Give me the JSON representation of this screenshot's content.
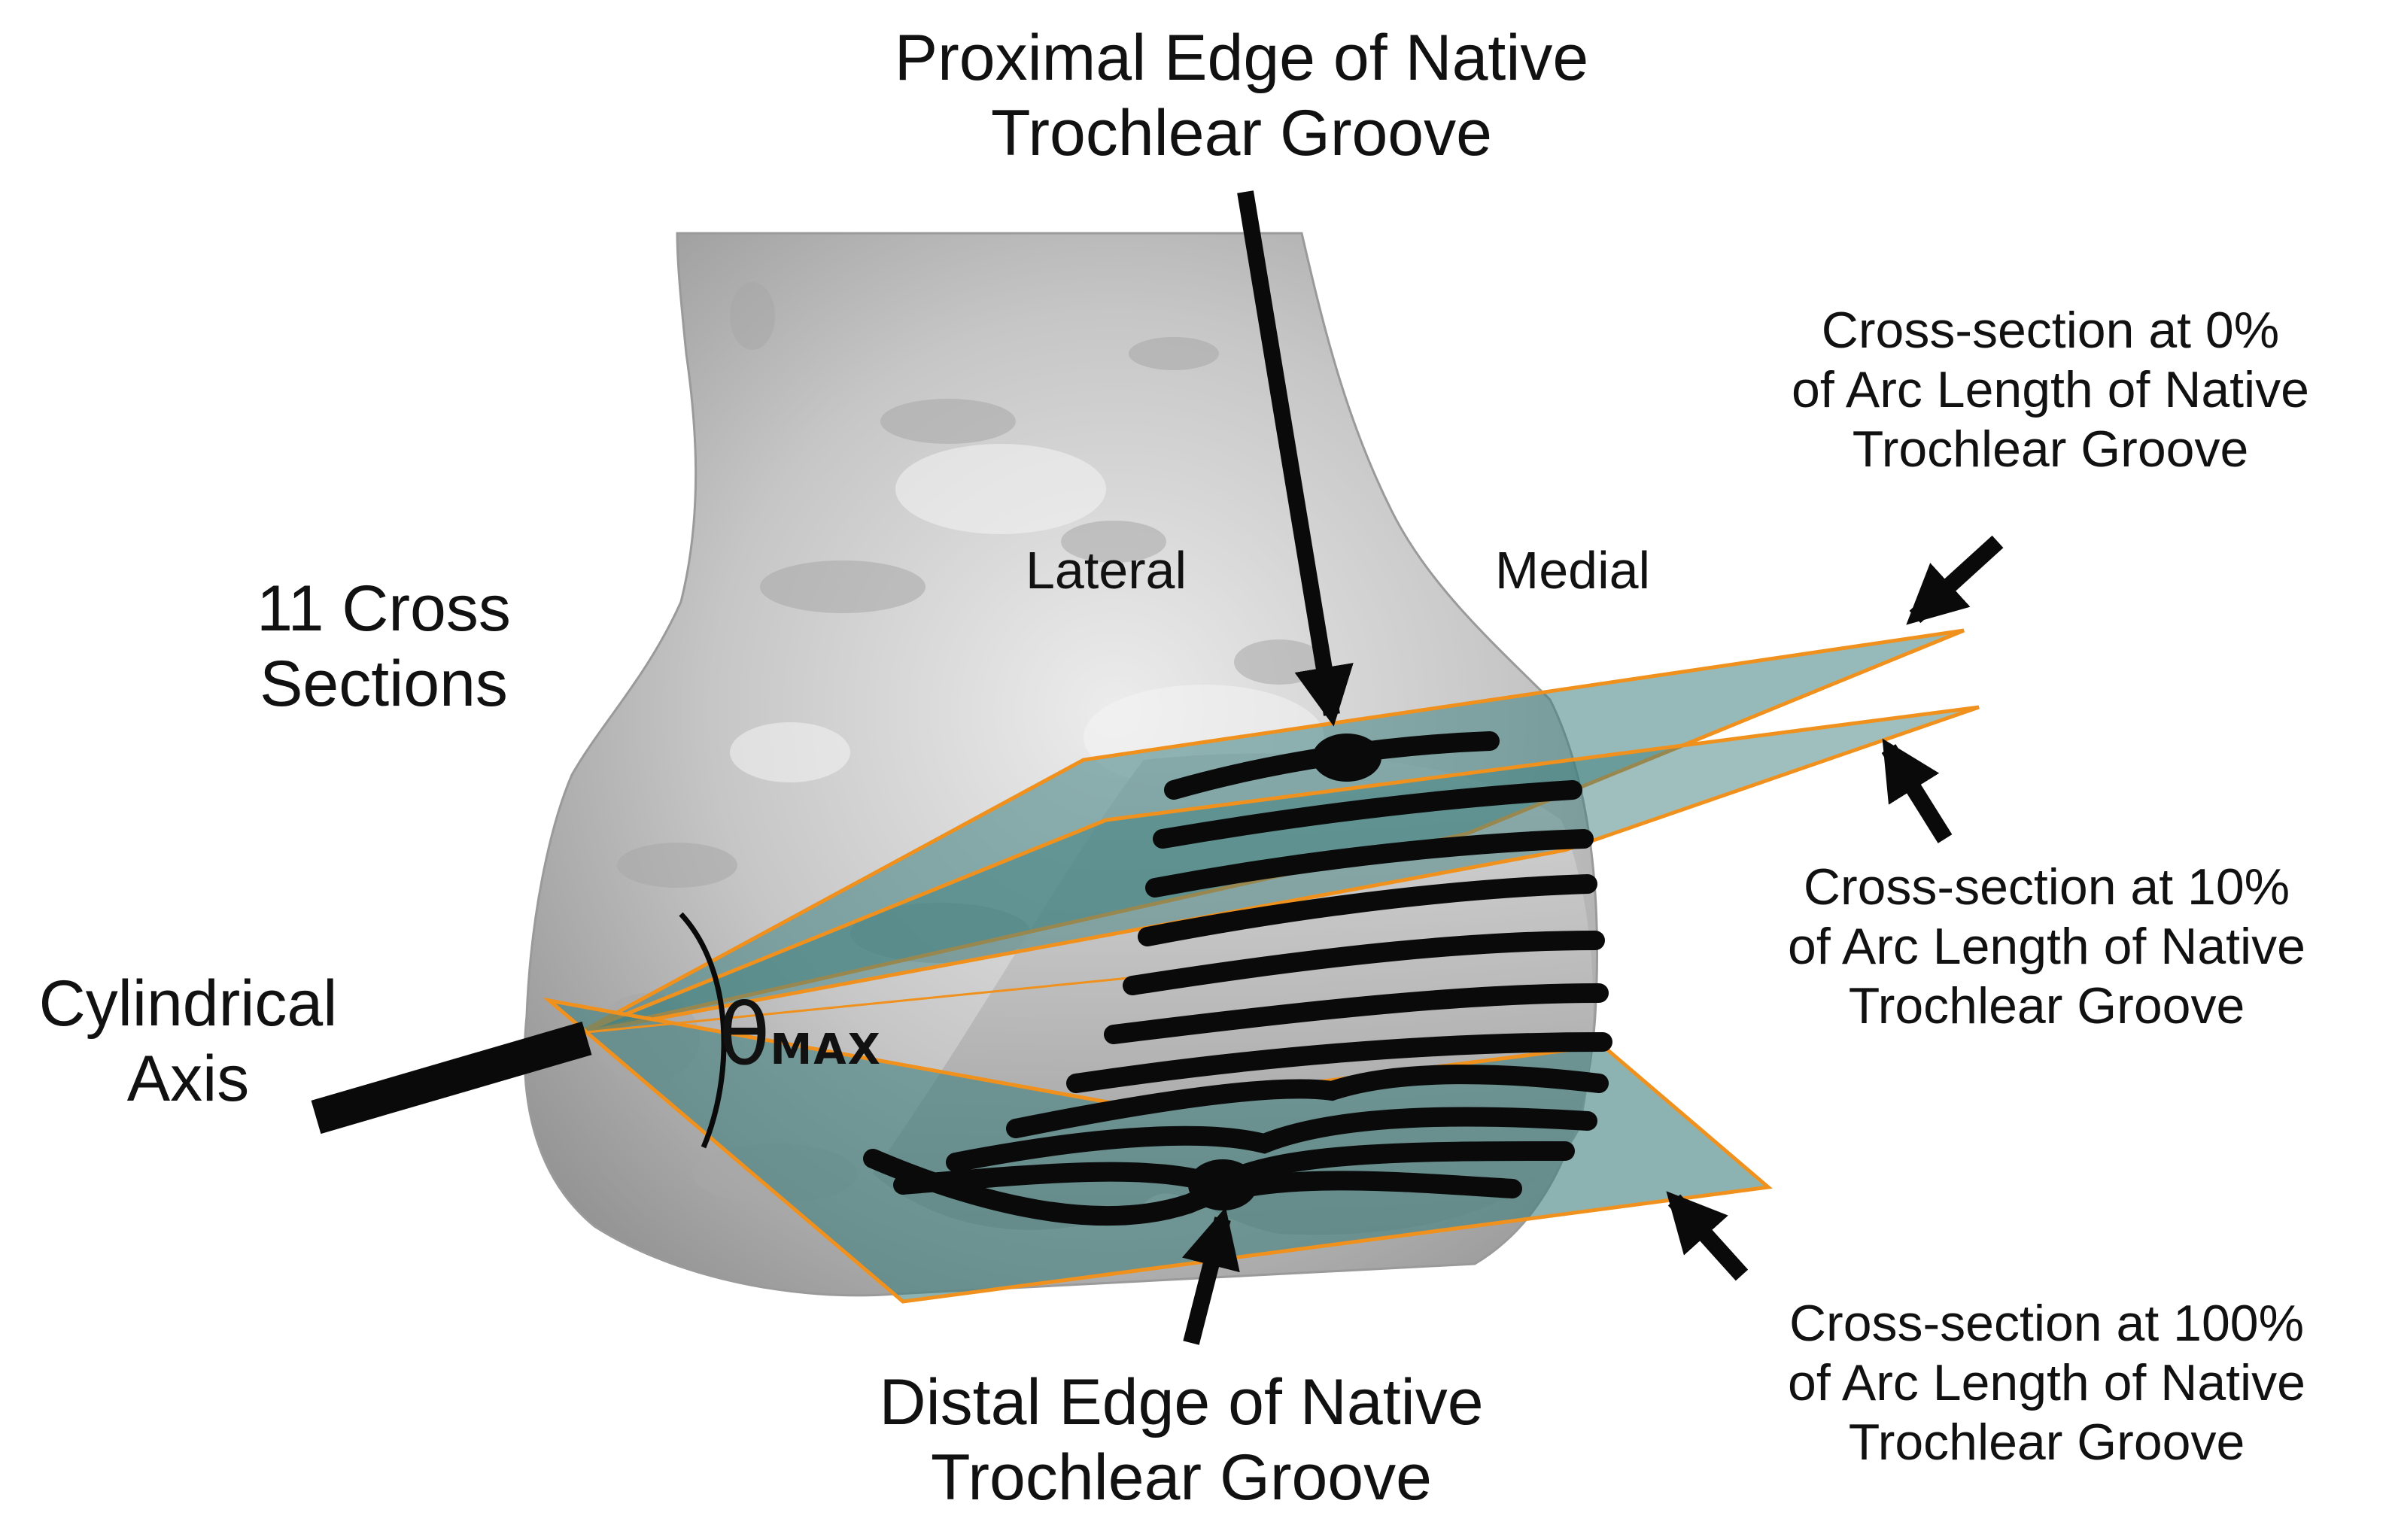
{
  "labels": {
    "proximal_edge": [
      "Proximal Edge of Native",
      "Trochlear Groove"
    ],
    "distal_edge": [
      "Distal Edge of Native",
      "Trochlear Groove"
    ],
    "cross_sections": [
      "11 Cross",
      "Sections"
    ],
    "cylindrical_axis": [
      "Cylindrical",
      "Axis"
    ],
    "lateral": "Lateral",
    "medial": "Medial",
    "cs_0": [
      "Cross-section at 0%",
      "of Arc Length of Native",
      "Trochlear Groove"
    ],
    "cs_10": [
      "Cross-section at 10%",
      "of Arc Length of Native",
      "Trochlear Groove"
    ],
    "cs_100": [
      "Cross-section at 100%",
      "of Arc Length of Native",
      "Trochlear Groove"
    ],
    "theta_symbol": "θ",
    "theta_subscript": "MAX"
  },
  "colors": {
    "bone": "#c8c8c8",
    "bone_shadow": "#8e8e8e",
    "plane_fill": "#3f7f7f",
    "plane_edge": "#f0911e",
    "contour": "#0a0a0a",
    "text": "#111111"
  }
}
